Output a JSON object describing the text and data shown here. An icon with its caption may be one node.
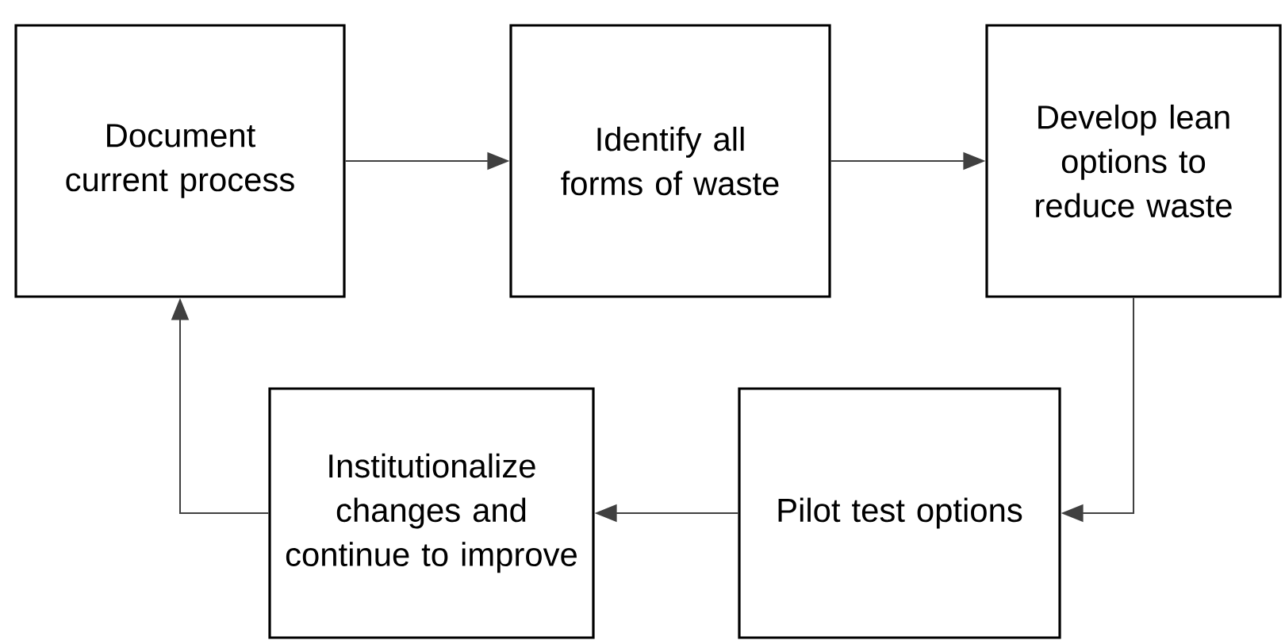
{
  "diagram": {
    "nodes": [
      {
        "text": [
          "Document current process"
        ]
      },
      {
        "text": [
          "Identify all forms of waste"
        ]
      },
      {
        "text": [
          "Develop lean options to reduce waste"
        ]
      },
      {
        "text": [
          "Institutionalize changes and continue to improve"
        ]
      },
      {
        "text": [
          "Pilot test options"
        ]
      }
    ],
    "edges": [
      {
        "from": 0,
        "to": 1,
        "arrow": "to"
      },
      {
        "from": 1,
        "to": 2,
        "arrow": "to"
      },
      {
        "from": 2,
        "to": 4,
        "arrow": "to"
      },
      {
        "from": 4,
        "to": 3,
        "arrow": "to"
      },
      {
        "from": 3,
        "to": 0,
        "arrow": "to"
      }
    ]
  }
}
